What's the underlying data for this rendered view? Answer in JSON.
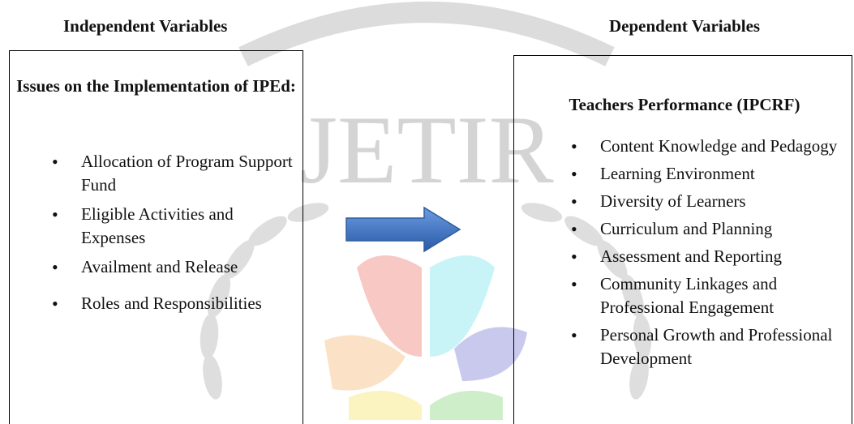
{
  "headings": {
    "left": "Independent Variables",
    "right": "Dependent Variables"
  },
  "left_box": {
    "title": "Issues on the Implementation of IPEd:",
    "items": [
      {
        "label": "Allocation of Program Support Fund"
      },
      {
        "label": "Eligible Activities and Expenses"
      },
      {
        "label": "Availment and Release"
      },
      {
        "label": "Roles and Responsibilities"
      }
    ]
  },
  "right_box": {
    "title": "Teachers Performance (IPCRF)",
    "items": [
      {
        "label": "Content Knowledge and Pedagogy"
      },
      {
        "label": "Learning Environment"
      },
      {
        "label": "Diversity of Learners"
      },
      {
        "label": "Curriculum and Planning"
      },
      {
        "label": "Assessment and Reporting"
      },
      {
        "label": "Community Linkages and Professional Engagement"
      },
      {
        "label": "Personal Growth and Professional Development"
      }
    ]
  },
  "watermark": {
    "text": "JETIR"
  },
  "colors": {
    "arrow_top": "#5b8fd6",
    "arrow_bottom": "#2a5aa8",
    "watermark_gray": "#d3d3d3"
  }
}
